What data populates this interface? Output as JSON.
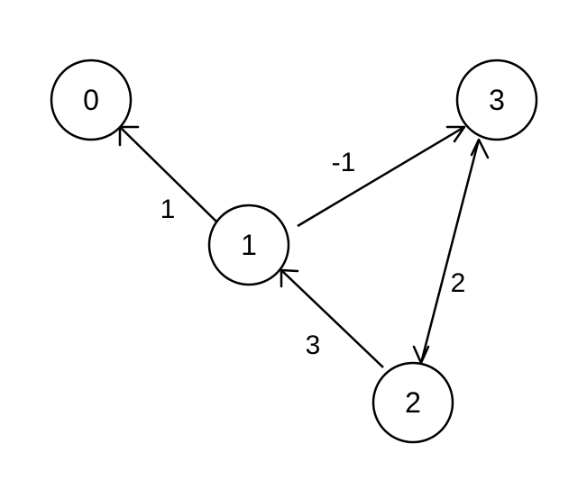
{
  "nodes": [
    {
      "id": "0",
      "label": "0"
    },
    {
      "id": "1",
      "label": "1"
    },
    {
      "id": "2",
      "label": "2"
    },
    {
      "id": "3",
      "label": "3"
    }
  ],
  "edges": [
    {
      "from": "1",
      "to": "0",
      "weight": "1",
      "directed": true
    },
    {
      "from": "1",
      "to": "3",
      "weight": "-1",
      "directed": true
    },
    {
      "from": "2",
      "to": "1",
      "weight": "3",
      "directed": true
    },
    {
      "from": "2",
      "to": "3",
      "weight": "2",
      "directed": true,
      "bidirectional": true
    }
  ]
}
